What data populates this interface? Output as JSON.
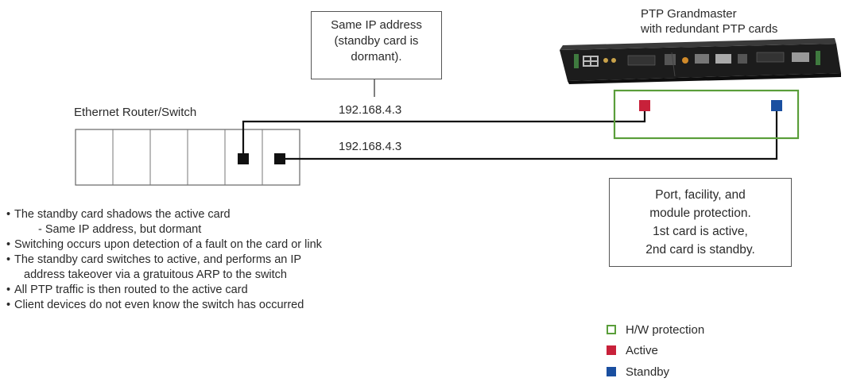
{
  "colors": {
    "hw_protection": "#5a9e3a",
    "active": "#c8213a",
    "standby": "#1a4fa0",
    "wire": "#111111",
    "port": "#111111"
  },
  "callout_top": {
    "lines": [
      "Same IP address",
      "(standby card is",
      "dormant)."
    ]
  },
  "ip_addresses": [
    "192.168.4.3",
    "192.168.4.3"
  ],
  "switch": {
    "label": "Ethernet Router/Switch",
    "slot_count": 6
  },
  "grandmaster": {
    "title_lines": [
      "PTP Grandmaster",
      "with redundant PTP cards"
    ],
    "device_icon": "ptp-grandmaster-chassis"
  },
  "callout_right": {
    "lines": [
      "Port, facility, and",
      "module protection.",
      "1st card is active,",
      "2nd card is standby."
    ]
  },
  "bullets": [
    {
      "text": "The standby card shadows the active card",
      "level": 0
    },
    {
      "text": "- Same IP address, but dormant",
      "level": 1
    },
    {
      "text": "Switching occurs upon detection of a fault on the card or link",
      "level": 0
    },
    {
      "text": "The standby card switches to active, and performs an IP",
      "level": 0
    },
    {
      "text": "address takeover via a gratuitous ARP to the switch",
      "level": 1
    },
    {
      "text": "All PTP traffic is then routed to the active card",
      "level": 0
    },
    {
      "text": "Client devices do not even know the switch has occurred",
      "level": 0
    }
  ],
  "legend": [
    {
      "label": "H/W protection",
      "kind": "outline",
      "color_key": "hw_protection"
    },
    {
      "label": "Active",
      "kind": "fill",
      "color_key": "active"
    },
    {
      "label": "Standby",
      "kind": "fill",
      "color_key": "standby"
    }
  ]
}
